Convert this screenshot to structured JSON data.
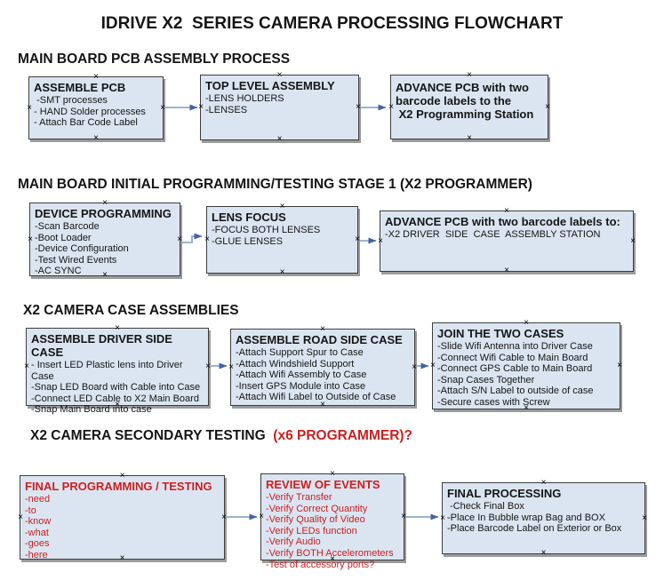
{
  "title": "IDRIVE X2  SERIES CAMERA PROCESSING FLOWCHART",
  "colors": {
    "box_fill": "#dbe5f1",
    "box_border": "#3d3d3d",
    "box_shadow": "#9b9b9b",
    "red_text": "#cc2020",
    "black_text": "#151515",
    "arrow_line": "#8fa9c9",
    "arrow_head": "#44639f"
  },
  "icons": {
    "handle_glyph": "×",
    "arrow_style": "right-arrow"
  },
  "sections": [
    {
      "header": "MAIN BOARD PCB ASSEMBLY PROCESS",
      "header_red": "",
      "boxes": [
        {
          "title": "ASSEMBLE PCB",
          "items": [
            " -SMT processes",
            "- HAND Solder processes",
            "- Attach Bar Code Label"
          ]
        },
        {
          "title": "TOP LEVEL ASSEMBLY",
          "items": [
            "-LENS HOLDERS",
            "-LENSES"
          ]
        },
        {
          "title": "ADVANCE PCB with two\nbarcode labels to the\n X2 Programming Station",
          "items": []
        }
      ]
    },
    {
      "header": "MAIN BOARD INITIAL PROGRAMMING/TESTING STAGE 1 (X2 PROGRAMMER)",
      "header_red": "",
      "boxes": [
        {
          "title": "DEVICE PROGRAMMING",
          "items": [
            "-Scan Barcode",
            "-Boot Loader",
            "-Device Configuration",
            "-Test Wired Events",
            "-AC SYNC"
          ]
        },
        {
          "title": "LENS FOCUS",
          "items": [
            "-FOCUS BOTH LENSES",
            "-GLUE LENSES"
          ]
        },
        {
          "title": "ADVANCE PCB with two barcode labels to:",
          "items": [
            "-X2 DRIVER  SIDE  CASE  ASSEMBLY STATION"
          ]
        }
      ]
    },
    {
      "header": "X2 CAMERA CASE ASSEMBLIES",
      "header_red": "",
      "boxes": [
        {
          "title": "ASSEMBLE DRIVER SIDE CASE",
          "items": [
            "- Insert LED Plastic lens into Driver Case",
            "-Snap LED Board with Cable into Case",
            "-Connect LED Cable to X2 Main Board",
            "-Snap Main Board into case"
          ]
        },
        {
          "title": "ASSEMBLE ROAD SIDE CASE",
          "items": [
            "-Attach Support Spur to Case",
            "-Attach Windshield Support",
            "-Attach Wifi Assembly to Case",
            "-Insert GPS Module into Case",
            "-Attach Wifi Label to Outside of Case"
          ]
        },
        {
          "title": "JOIN THE TWO CASES",
          "items": [
            "-Slide Wifi Antenna into Driver Case",
            "-Connect Wifi Cable to Main Board",
            "-Connect GPS Cable to Main Board",
            "-Snap Cases Together",
            "-Attach S/N Label to outside of case",
            "-Secure cases with Screw"
          ]
        }
      ]
    },
    {
      "header": "X2 CAMERA SECONDARY TESTING  ",
      "header_red": "(x6 PROGRAMMER)?",
      "boxes": [
        {
          "title": "FINAL PROGRAMMING / TESTING",
          "items": [
            "-need",
            "-to",
            "-know",
            "-what",
            "-goes",
            "-here"
          ]
        },
        {
          "title": "REVIEW OF EVENTS",
          "items": [
            "-Verify Transfer",
            "-Verify Correct Quantity",
            "-Verify Quality of Video",
            "-Verify LEDs function",
            "-Verify Audio",
            "-Verify BOTH Accelerometers",
            "-Test of accessory ports?"
          ]
        },
        {
          "title": "FINAL PROCESSING",
          "items": [
            " -Check Final Box",
            "-Place In Bubble wrap Bag and BOX",
            "-Place Barcode Label on Exterior or Box"
          ]
        }
      ]
    }
  ]
}
